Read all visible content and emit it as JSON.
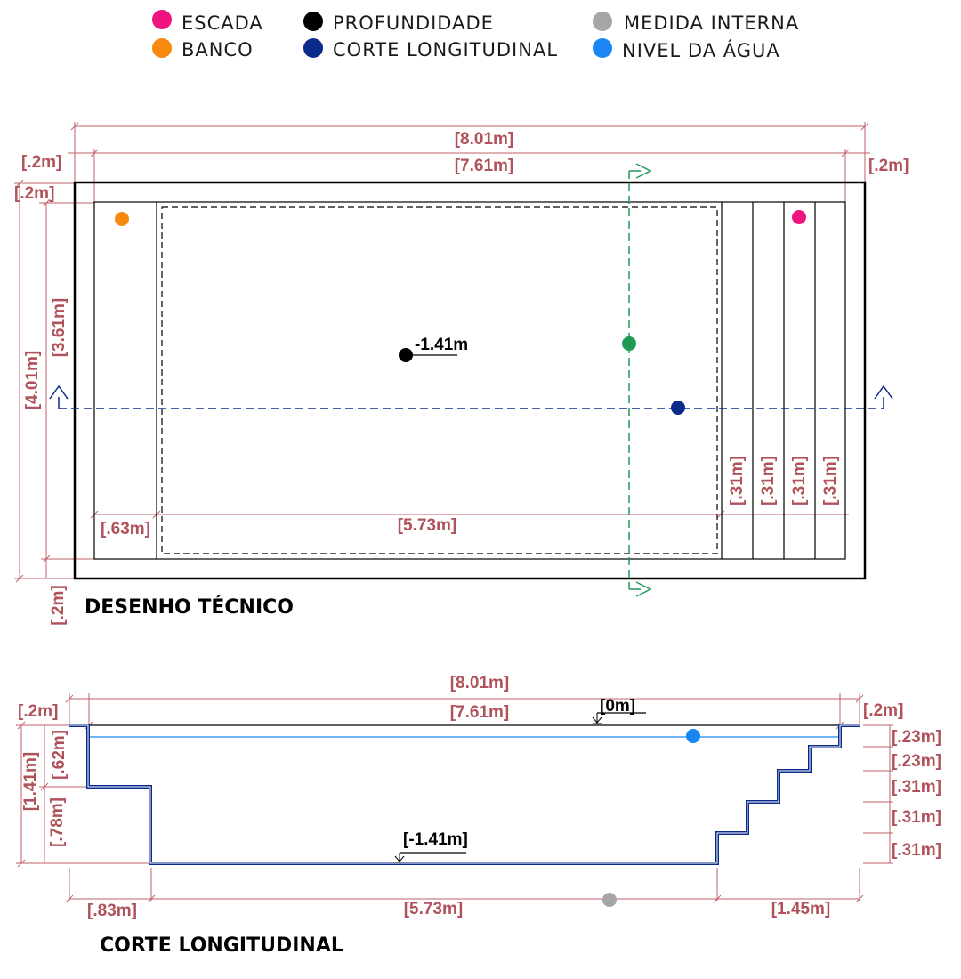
{
  "legend": [
    {
      "label": "ESCADA",
      "color": "#f0127f"
    },
    {
      "label": "BANCO",
      "color": "#f78a0c"
    },
    {
      "label": "PROFUNDIDADE",
      "color": "#000000"
    },
    {
      "label": "CORTE LONGITUDINAL",
      "color": "#0a2a8c"
    },
    {
      "label": "MEDIDA INTERNA",
      "color": "#a6a6a6"
    },
    {
      "label": "NIVEL DA ÁGUA",
      "color": "#1a86f5"
    }
  ],
  "colors": {
    "dimension": "#b0525a",
    "cross_section": "#1e9a55",
    "pool_wall": "#0a2a8c",
    "water_line": "#1a86f5"
  },
  "plan": {
    "title": "DESENHO TÉCNICO",
    "depth_label": "-1.41m",
    "dims": {
      "outer_width": "[8.01m]",
      "inner_width": "[7.61m]",
      "border_left": "[.2m]",
      "border_right": "[.2m]",
      "border_top": "[.2m]",
      "border_bottom": "[.2m]",
      "outer_height": "[4.01m]",
      "inner_height": "[3.61m]",
      "bench_width": "[.63m]",
      "internal_length": "[5.73m]",
      "steps": [
        "[.31m]",
        "[.31m]",
        "[.31m]",
        "[.31m]"
      ]
    }
  },
  "section": {
    "title": "CORTE LONGITUDINAL",
    "top_level": "[0m]",
    "bottom_level": "[-1.41m]",
    "dims": {
      "outer_width": "[8.01m]",
      "inner_width": "[7.61m]",
      "border_left": "[.2m]",
      "border_right": "[.2m]",
      "depth_total": "[1.41m]",
      "bench_depth": "[.62m]",
      "lower_depth": "[.78m]",
      "bench_width": "[.83m]",
      "internal_length": "[5.73m]",
      "stairs_length": "[1.45m]",
      "step_heights": [
        "[.23m]",
        "[.23m]",
        "[.31m]",
        "[.31m]",
        "[.31m]"
      ]
    }
  }
}
